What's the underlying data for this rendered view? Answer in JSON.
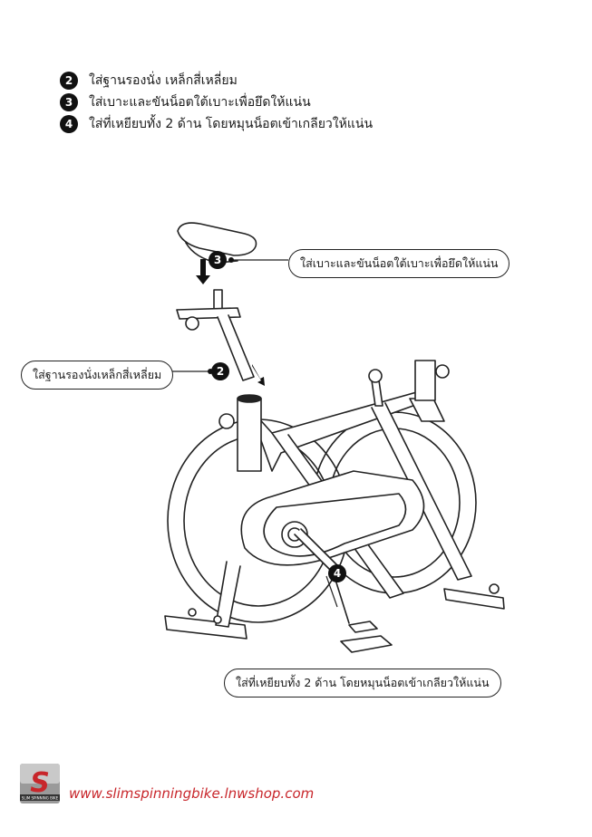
{
  "steps": [
    {
      "num": "2",
      "text": "ใส่ฐานรองนั่ง เหล็กสี่เหลี่ยม"
    },
    {
      "num": "3",
      "text": "ใส่เบาะและขันน็อตใต้เบาะเพื่อยึดให้แน่น"
    },
    {
      "num": "4",
      "text": "ใส่ที่เหยียบทั้ง 2 ด้าน โดยหมุนน็อตเข้าเกลียวให้แน่น"
    }
  ],
  "callouts": {
    "seat": {
      "num": "3",
      "text": "ใส่เบาะและขันน็อตใต้เบาะเพื่อยึดให้แน่น"
    },
    "post": {
      "num": "2",
      "text": "ใส่ฐานรองนั่งเหล็กสี่เหลี่ยม"
    },
    "pedal": {
      "num": "4",
      "text": "ใส่ที่เหยียบทั้ง 2 ด้าน โดยหมุนน็อตเข้าเกลียวให้แน่น"
    }
  },
  "footer": {
    "logo_letter": "S",
    "logo_caption": "SLIM SPINNING BIKE",
    "url": "www.slimspinningbike.lnwshop.com"
  },
  "colors": {
    "accent": "#c8262b",
    "ink": "#111111"
  }
}
